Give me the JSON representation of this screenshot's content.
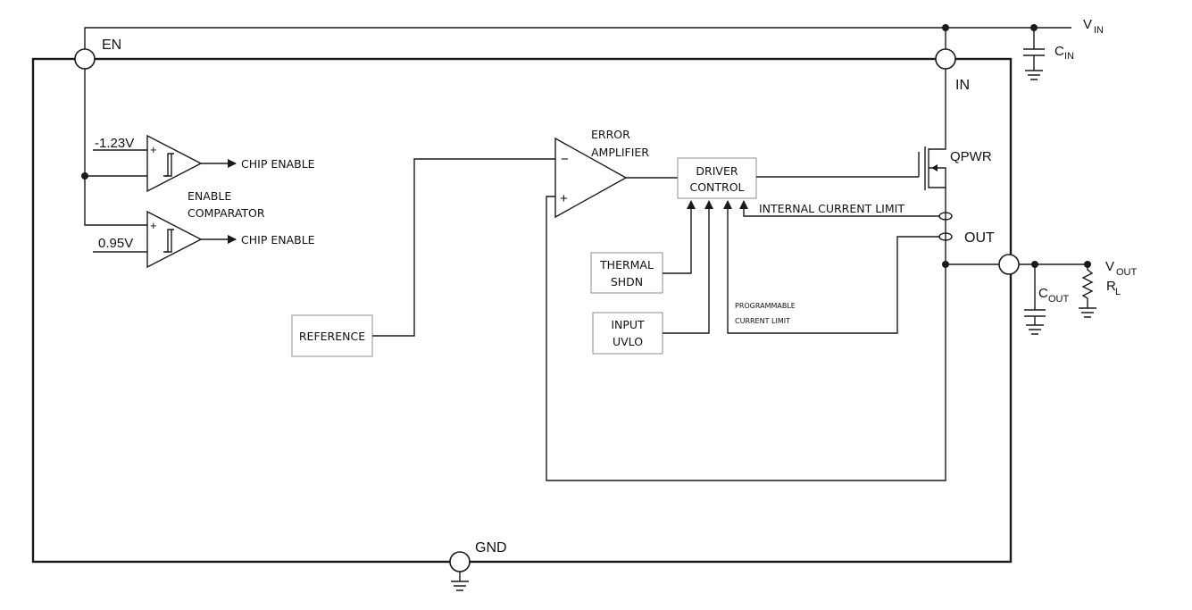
{
  "pins": {
    "en": "EN",
    "in": "IN",
    "out": "OUT",
    "gnd": "GND"
  },
  "external": {
    "vin": "V",
    "vin_sub": "IN",
    "cin": "C",
    "cin_sub": "IN",
    "cout": "C",
    "cout_sub": "OUT",
    "vout": "V",
    "vout_sub": "OUT",
    "rl": "R",
    "rl_sub": "L"
  },
  "enable": {
    "ref_top": "-1.23V",
    "ref_bottom": "0.95V",
    "chip_enable_top": "CHIP ENABLE",
    "chip_enable_bottom": "CHIP ENABLE",
    "label_line1": "ENABLE",
    "label_line2": "COMPARATOR",
    "plus": "+"
  },
  "amplifier": {
    "label_line1": "ERROR",
    "label_line2": "AMPLIFIER",
    "minus": "−",
    "plus": "+"
  },
  "blocks": {
    "driver_line1": "DRIVER",
    "driver_line2": "CONTROL",
    "thermal_line1": "THERMAL",
    "thermal_line2": "SHDN",
    "uvlo_line1": "INPUT",
    "uvlo_line2": "UVLO",
    "reference": "REFERENCE"
  },
  "signals": {
    "internal_limit": "INTERNAL CURRENT LIMIT",
    "programmable_line1": "PROGRAMMABLE",
    "programmable_line2": "CURRENT LIMIT",
    "qpwr": "QPWR"
  },
  "colors": {
    "line": "#1a1a1a",
    "block_border": "#8c8c8c",
    "background": "#ffffff"
  }
}
